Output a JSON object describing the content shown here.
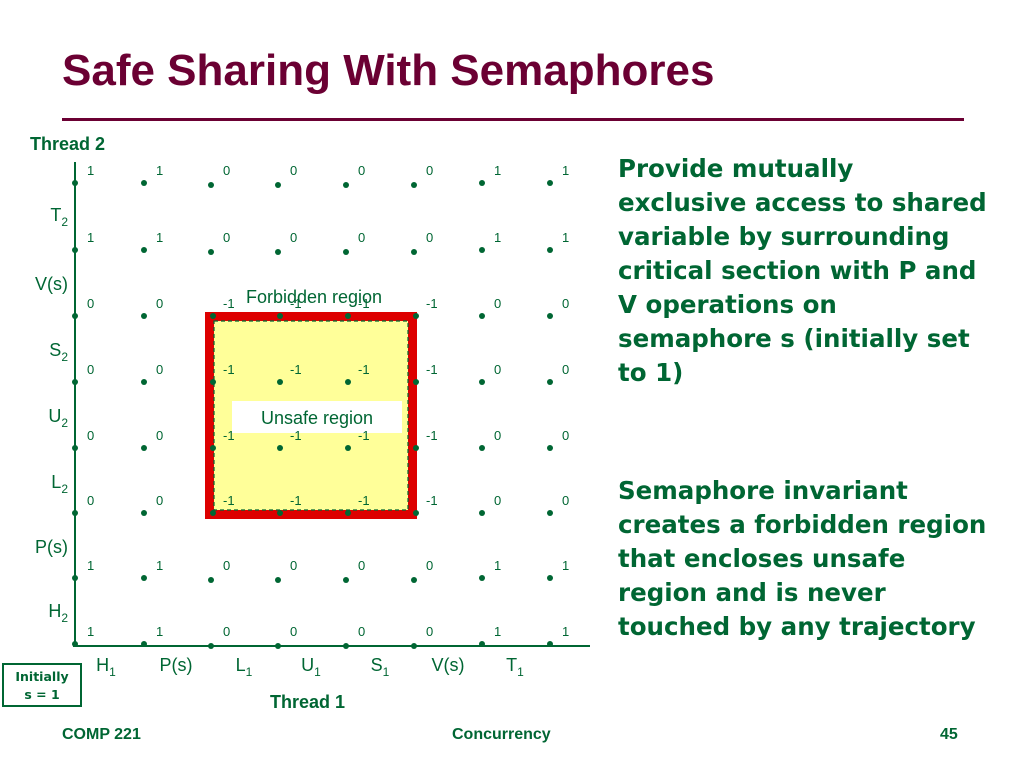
{
  "slide": {
    "title": "Safe Sharing With Semaphores",
    "paragraph1": "Provide mutually exclusive access to shared variable by surrounding critical section with  P and V operations on semaphore s (initially set to 1)",
    "paragraph2": "Semaphore invariant creates a forbidden region that encloses unsafe region and is never touched by any trajectory",
    "initial_box": [
      "Initially",
      "s = 1"
    ],
    "footer_left": "COMP 221",
    "footer_center": "Concurrency",
    "footer_right": "45"
  },
  "diagram": {
    "y_axis_title": "Thread 2",
    "x_axis_title": "Thread 1",
    "x_labels": [
      {
        "base": "H",
        "sub": "1"
      },
      {
        "base": "P(s)",
        "sub": ""
      },
      {
        "base": "L",
        "sub": "1"
      },
      {
        "base": "U",
        "sub": "1"
      },
      {
        "base": "S",
        "sub": "1"
      },
      {
        "base": "V(s)",
        "sub": ""
      },
      {
        "base": "T",
        "sub": "1"
      }
    ],
    "y_labels": [
      {
        "base": "T",
        "sub": "2"
      },
      {
        "base": "V(s)",
        "sub": ""
      },
      {
        "base": "S",
        "sub": "2"
      },
      {
        "base": "U",
        "sub": "2"
      },
      {
        "base": "L",
        "sub": "2"
      },
      {
        "base": "P(s)",
        "sub": ""
      },
      {
        "base": "H",
        "sub": "2"
      }
    ],
    "grid_values": [
      [
        "1",
        "1",
        "0",
        "0",
        "0",
        "0",
        "1",
        "1"
      ],
      [
        "1",
        "1",
        "0",
        "0",
        "0",
        "0",
        "1",
        "1"
      ],
      [
        "0",
        "0",
        "-1",
        "-1",
        "-1",
        "-1",
        "0",
        "0"
      ],
      [
        "0",
        "0",
        "-1",
        "-1",
        "-1",
        "-1",
        "0",
        "0"
      ],
      [
        "0",
        "0",
        "-1",
        "-1",
        "-1",
        "-1",
        "0",
        "0"
      ],
      [
        "0",
        "0",
        "-1",
        "-1",
        "-1",
        "-1",
        "0",
        "0"
      ],
      [
        "1",
        "1",
        "0",
        "0",
        "0",
        "0",
        "1",
        "1"
      ],
      [
        "1",
        "1",
        "0",
        "0",
        "0",
        "0",
        "1",
        "1"
      ]
    ],
    "forbidden_label": "Forbidden region",
    "unsafe_label": "Unsafe region",
    "colors": {
      "title": "#6b0033",
      "text": "#006633",
      "forbidden_border": "#dd0000",
      "unsafe_fill": "#ffff99"
    }
  }
}
